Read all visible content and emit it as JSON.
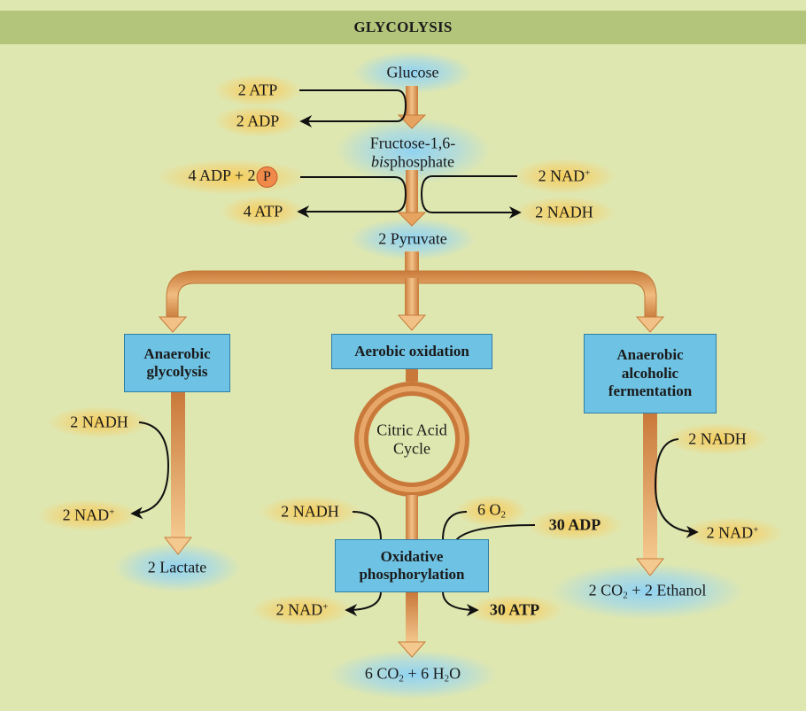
{
  "title": "GLYCOLYSIS",
  "metabolites": {
    "glucose": "Glucose",
    "fructose_line1": "Fructose-1,6-",
    "fructose_italic": "bis",
    "fructose_rest": "phosphate",
    "pyruvate": "2 Pyruvate",
    "lactate": "2 Lactate",
    "co2_water": {
      "a": "6 CO",
      "b": "2",
      "c": " + 6 H",
      "d": "2",
      "e": "O"
    },
    "co2_ethanol": {
      "a": "2 CO",
      "b": "2",
      "c": " + 2 Ethanol"
    },
    "citric_line1": "Citric Acid",
    "citric_line2": "Cycle"
  },
  "cofactors": {
    "atp_in": "2 ATP",
    "adp_out": "2 ADP",
    "adp_p_in": "4 ADP + 2",
    "p_symbol": "P",
    "atp_out": "4 ATP",
    "nad_in": {
      "text": "2 NAD",
      "sup": "+"
    },
    "nadh_out": "2 NADH",
    "left_nadh": "2 NADH",
    "left_nad": {
      "text": "2 NAD",
      "sup": "+"
    },
    "mid_nadh": "2 NADH",
    "mid_nad": {
      "text": "2 NAD",
      "sup": "+"
    },
    "o2": {
      "text": "6 O",
      "sub": "2"
    },
    "adp30": "30 ADP",
    "atp30": "30 ATP",
    "right_nadh": "2 NADH",
    "right_nad": {
      "text": "2 NAD",
      "sup": "+"
    }
  },
  "boxes": {
    "anaerobic_glycolysis": {
      "line1": "Anaerobic",
      "line2": "glycolysis"
    },
    "aerobic_oxidation": "Aerobic oxidation",
    "alcoholic_fermentation": {
      "line1": "Anaerobic",
      "line2": "alcoholic",
      "line3": "fermentation"
    },
    "oxidative_phosphorylation": {
      "line1": "Oxidative",
      "line2": "phosphorylation"
    }
  },
  "colors": {
    "background": "#dfe7b0",
    "title_bar": "#b3c57a",
    "process_box": "#6ec2e3",
    "flow_arrow": "#e09a55",
    "cofactor_glow": "#f3c453",
    "metabolite_glow": "#8ecfee",
    "phosphate_circle": "#f08a4b"
  }
}
